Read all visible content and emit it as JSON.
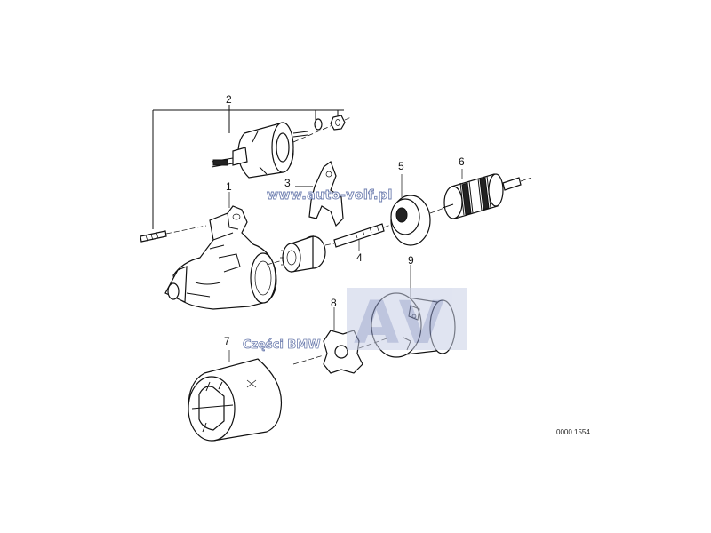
{
  "callouts": [
    {
      "id": "1",
      "label": "1"
    },
    {
      "id": "2",
      "label": "2"
    },
    {
      "id": "3",
      "label": "3"
    },
    {
      "id": "4",
      "label": "4"
    },
    {
      "id": "5",
      "label": "5"
    },
    {
      "id": "6",
      "label": "6"
    },
    {
      "id": "7",
      "label": "7"
    },
    {
      "id": "8",
      "label": "8"
    },
    {
      "id": "9",
      "label": "9"
    }
  ],
  "watermark": {
    "url": "www.auto-volf.pl",
    "text": "Części BMW",
    "logo": "AV",
    "logo_color": "#8a96c4"
  },
  "figure_id": "0000 1554"
}
